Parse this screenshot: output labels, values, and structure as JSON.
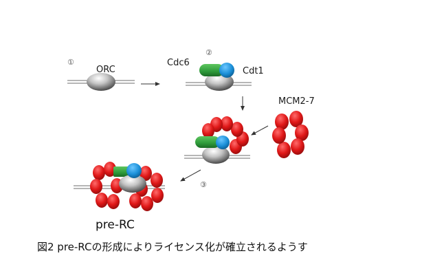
{
  "figure": {
    "steps": {
      "s1": "①",
      "s2": "②",
      "s3": "③"
    },
    "labels": {
      "orc": "ORC",
      "cdc6": "Cdc6",
      "cdt1": "Cdt1",
      "mcm": "MCM2-7",
      "prerc": "pre-RC"
    },
    "caption": "図2  pre-RCの形成によりライセンス化が確立されるようす",
    "colors": {
      "orc_gray": "#9a9a9a",
      "cdc6_green": "#2e9a3a",
      "cdt1_blue": "#1a8fd8",
      "mcm_red": "#e01818",
      "dna_gray": "#8a8a8a"
    },
    "icons": {
      "arrow": "arrow-icon"
    }
  }
}
